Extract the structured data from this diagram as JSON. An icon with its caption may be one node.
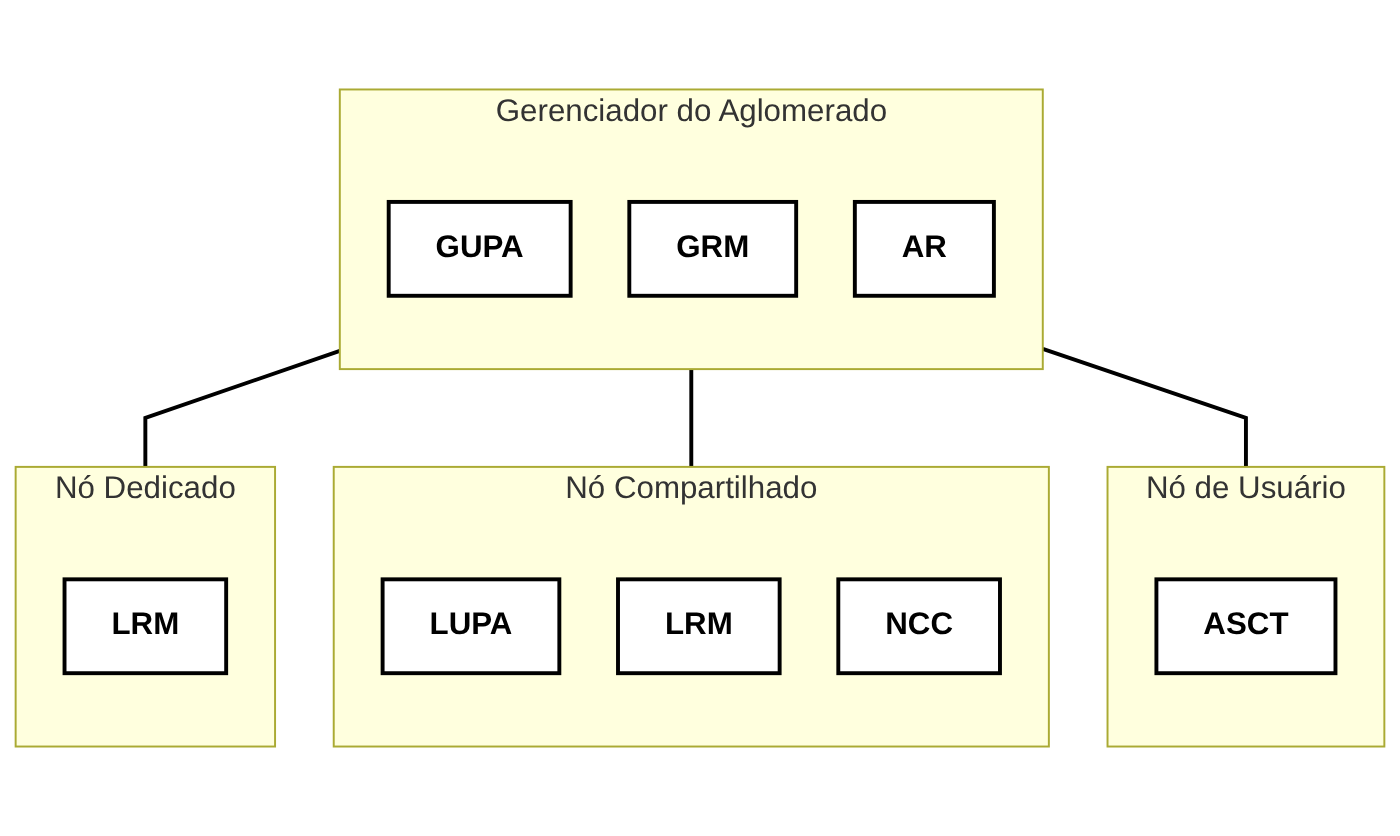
{
  "diagram": {
    "nodes": [
      {
        "text": [
          "Gerenciador do Aglomerado"
        ]
      },
      {
        "text": [
          "GUPA"
        ],
        "in": 0
      },
      {
        "text": [
          "GRM"
        ],
        "in": 0
      },
      {
        "text": [
          "AR"
        ],
        "in": 0
      },
      {
        "text": [
          "Nó Dedicado"
        ]
      },
      {
        "text": [
          "LRM"
        ],
        "in": 4
      },
      {
        "text": [
          "Nó Compartilhado"
        ]
      },
      {
        "text": [
          "LUPA"
        ],
        "in": 6
      },
      {
        "text": [
          "LRM"
        ],
        "in": 6
      },
      {
        "text": [
          "NCC"
        ],
        "in": 6
      },
      {
        "text": [
          "Nó de Usuário"
        ]
      },
      {
        "text": [
          "ASCT"
        ],
        "in": 10
      }
    ],
    "edges": [
      {
        "from": 0,
        "to": 4,
        "arrow": "none"
      },
      {
        "from": 0,
        "to": 6,
        "arrow": "none"
      },
      {
        "from": 0,
        "to": 10,
        "arrow": "none"
      }
    ]
  }
}
